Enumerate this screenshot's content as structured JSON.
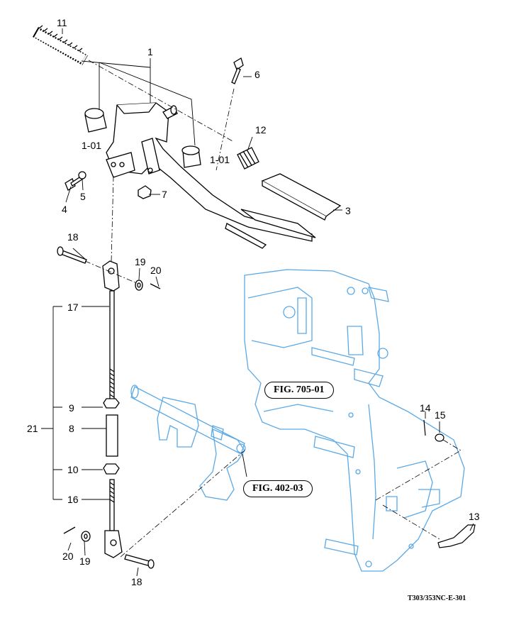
{
  "callouts": {
    "c11": "11",
    "c1": "1",
    "c6": "6",
    "c12": "12",
    "c101a": "1-01",
    "c101b": "1-01",
    "c4": "4",
    "c5": "5",
    "c7": "7",
    "c3": "3",
    "c18a": "18",
    "c19a": "19",
    "c20a": "20",
    "c17": "17",
    "c9": "9",
    "c21": "21",
    "c8": "8",
    "c10": "10",
    "c16": "16",
    "c20b": "20",
    "c19b": "19",
    "c18b": "18",
    "c14": "14",
    "c15": "15",
    "c13": "13"
  },
  "figure_refs": {
    "fig705": "FIG. 705-01",
    "fig402": "FIG. 402-03"
  },
  "drawing_code": "T303/353NC-E-301",
  "colors": {
    "line": "#000000",
    "ghost": "#5aa9e6"
  }
}
